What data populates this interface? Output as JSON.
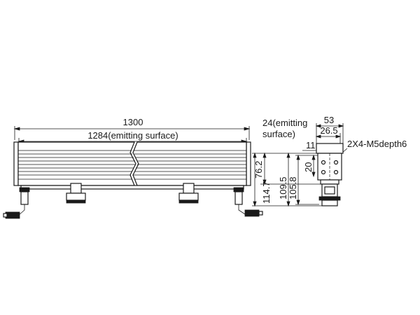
{
  "front_view": {
    "overall_length": "1300",
    "emitting_length": "1284(emitting surface)",
    "height_total": "114.7",
    "height_body": "76.2"
  },
  "side_view": {
    "emitting_line1": "24(emitting",
    "emitting_line2": "surface)",
    "width_total": "53",
    "width_inner": "26.5",
    "dim_11": "11",
    "dim_20": "20",
    "height_109": "109.5",
    "height_105": "105.8",
    "thread_note": "2X4-M5depth6"
  }
}
